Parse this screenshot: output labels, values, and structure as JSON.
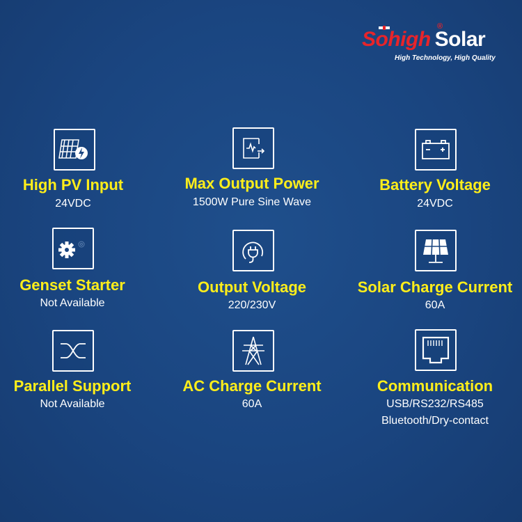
{
  "brand": {
    "name_part1": "Sohigh",
    "name_part2": "Solar",
    "registered_mark": "®",
    "tagline": "High Technology, High Quality",
    "colors": {
      "brand_red": "#e8242a",
      "text_white": "#ffffff"
    }
  },
  "colors": {
    "background": "#1a4580",
    "title_yellow": "#ffee1a",
    "value_white": "#ffffff"
  },
  "features": [
    {
      "title": "High PV Input",
      "value": "24VDC",
      "icon": "solar-panel-charge-icon"
    },
    {
      "title": "Max Output Power",
      "value": "1500W  Pure Sine Wave",
      "icon": "power-output-icon"
    },
    {
      "title": "Battery Voltage",
      "value": "24VDC",
      "icon": "battery-icon"
    },
    {
      "title": "Genset Starter",
      "value": "Not Available",
      "icon": "gear-icon"
    },
    {
      "title": "Output Voltage",
      "value": "220/230V",
      "icon": "plug-icon"
    },
    {
      "title": "Solar Charge Current",
      "value": "60A",
      "icon": "solar-panel-icon"
    },
    {
      "title": "Parallel Support",
      "value": "Not Available",
      "icon": "parallel-arrows-icon"
    },
    {
      "title": "AC Charge Current",
      "value": "60A",
      "icon": "transmission-tower-icon"
    },
    {
      "title": "Communication",
      "value": "USB/RS232/RS485",
      "value2": "Bluetooth/Dry-contact",
      "icon": "ethernet-port-icon"
    }
  ]
}
